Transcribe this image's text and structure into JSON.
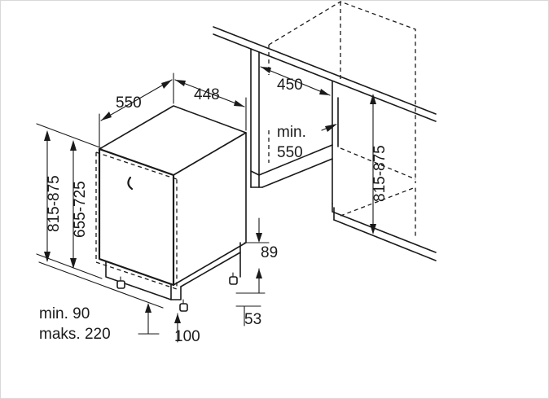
{
  "dimensions": {
    "top_depth": "550",
    "top_width": "448",
    "niche_depth": "450",
    "min_depth_line1": "min.",
    "min_depth_line2": "550",
    "left_height_outer": "815-875",
    "left_height_inner": "655-725",
    "right_height": "815-875",
    "plinth_height": "89",
    "plinth_offset": "53",
    "plinth_min_line1": "min. 90",
    "plinth_min_line2": "maks. 220",
    "foot_depth": "100"
  },
  "colors": {
    "line": "#1a1a1a",
    "background": "#ffffff"
  }
}
